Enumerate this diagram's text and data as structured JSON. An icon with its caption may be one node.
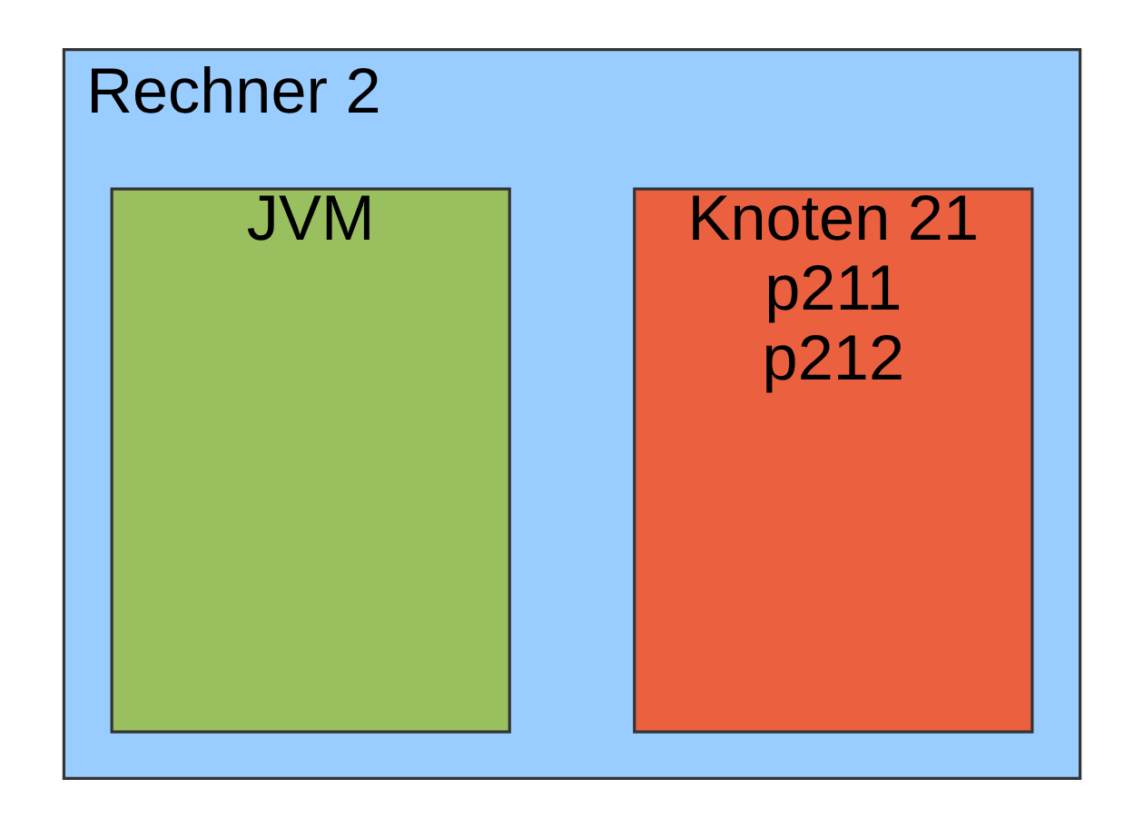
{
  "diagram": {
    "nodes": [
      {
        "text": [
          "Rechner 2"
        ]
      },
      {
        "text": [
          "Knoten 21",
          "p211",
          "p212"
        ],
        "in": 0
      },
      {
        "text": [
          "JVM"
        ],
        "in": 0
      }
    ],
    "edges": []
  }
}
